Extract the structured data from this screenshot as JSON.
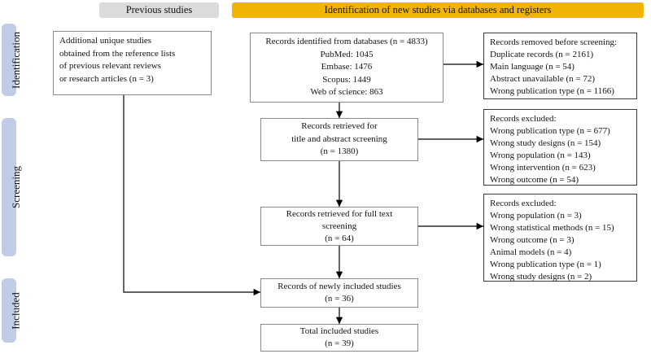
{
  "banners": {
    "previous": "Previous studies",
    "identification": "Identification of new studies via databases and registers"
  },
  "stages": [
    {
      "label": "Identification"
    },
    {
      "label": "Screening"
    },
    {
      "label": "Included"
    }
  ],
  "colors": {
    "banner-yellow": "#F1B305",
    "banner-gray": "#DBDBDB",
    "stage-blue": "#C0CCE8",
    "box-border": "#8A8A8A",
    "side-box-border": "#3A3A3A",
    "line": "#000000"
  },
  "boxes": {
    "additional_studies": {
      "lines": [
        "Additional unique studies",
        "obtained from the reference lists",
        "of previous relevant reviews",
        "or research articles (n = 3)"
      ]
    },
    "records_identified": {
      "lines": [
        "Records identified from databases (n = 4833)",
        "PubMed: 1045",
        "Embase: 1476",
        "Scopus: 1449",
        "Web of science: 863"
      ]
    },
    "records_removed": {
      "lines": [
        "Records removed before screening:",
        "Duplicate records (n = 2161)",
        "Main language (n = 54)",
        "Abstract unavailable (n = 72)",
        "Wrong publication type (n = 1166)"
      ]
    },
    "title_abstract": {
      "lines": [
        "Records retrieved for",
        "title and abstract screening",
        "(n = 1380)"
      ]
    },
    "excluded_screening": {
      "lines": [
        "Records excluded:",
        "Wrong publication type (n = 677)",
        "Wrong study designs (n = 154)",
        "Wrong population (n = 143)",
        "Wrong intervention (n = 623)",
        "Wrong outcome (n = 54)"
      ]
    },
    "full_text": {
      "lines": [
        "Records retrieved for full text",
        "screening",
        "(n = 64)"
      ]
    },
    "excluded_full_text": {
      "lines": [
        "Records excluded:",
        "Wrong population (n = 3)",
        "Wrong statistical methods (n = 15)",
        "Wrong outcome (n = 3)",
        "Animal models (n = 4)",
        "Wrong publication type (n = 1)",
        "Wrong study designs (n = 2)"
      ]
    },
    "newly_included": {
      "lines": [
        "Records of newly included studies",
        "(n = 36)"
      ]
    },
    "total_included": {
      "lines": [
        "Total included studies",
        "(n = 39)"
      ]
    }
  }
}
